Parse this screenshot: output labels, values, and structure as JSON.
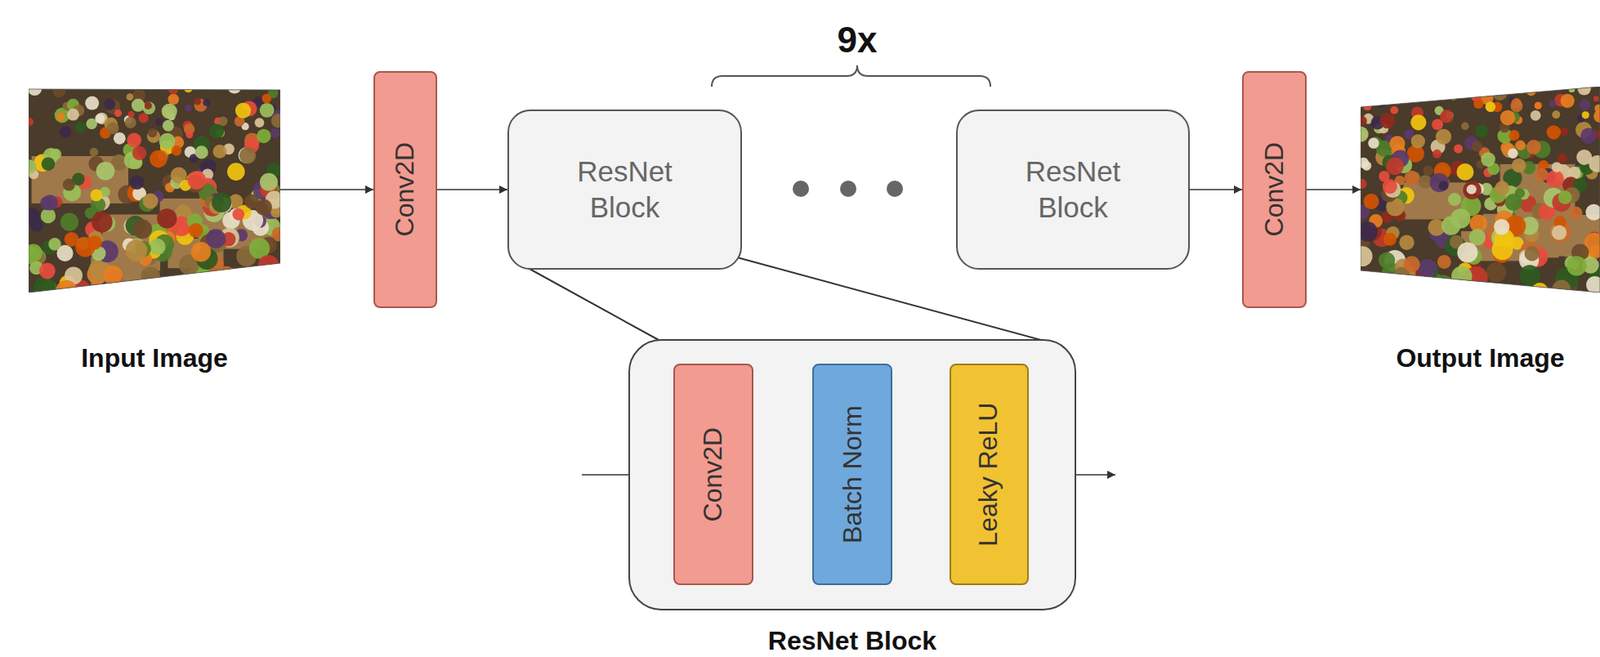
{
  "diagram": {
    "nodes": [
      {
        "text": [
          "Input Image"
        ]
      },
      {
        "text": [
          "Conv2D"
        ]
      },
      {
        "text": [
          "ResNet Block"
        ]
      },
      {
        "text": [
          "ResNet Block"
        ]
      },
      {
        "text": [
          "Conv2D"
        ]
      },
      {
        "text": [
          "Output Image"
        ]
      },
      {
        "text": [
          "ResNet Block"
        ]
      },
      {
        "text": [
          "Conv2D"
        ],
        "in": 6
      },
      {
        "text": [
          "Batch Norm"
        ],
        "in": 6
      },
      {
        "text": [
          "Leaky ReLU"
        ],
        "in": 6
      }
    ],
    "edges": [
      {
        "from": 0,
        "to": 1,
        "arrow": "to"
      },
      {
        "from": 1,
        "to": 2,
        "arrow": "to"
      },
      {
        "from": 3,
        "to": 4,
        "arrow": "to"
      },
      {
        "from": 4,
        "to": 5,
        "arrow": "to"
      },
      {
        "from": 7,
        "to": 8,
        "arrow": "to"
      },
      {
        "from": 8,
        "to": 9,
        "arrow": "to"
      }
    ],
    "labels": [
      "9x"
    ]
  }
}
